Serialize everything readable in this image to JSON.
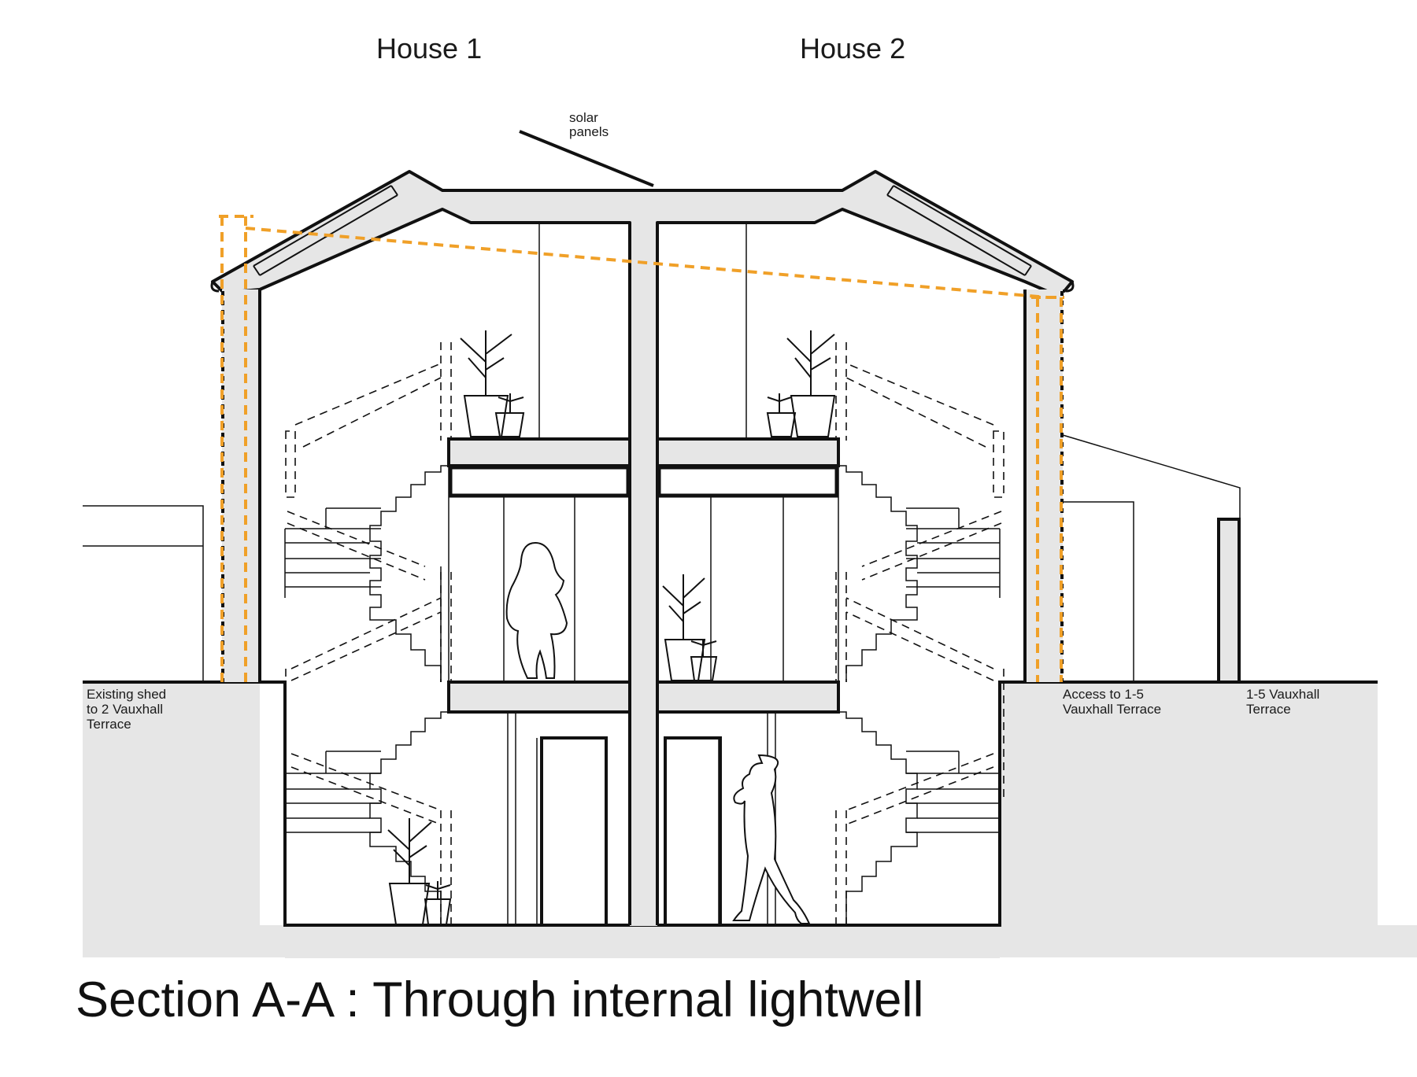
{
  "headings": {
    "house1": "House 1",
    "house2": "House 2"
  },
  "annotations": {
    "solar": [
      "solar",
      "panels"
    ],
    "existing_shed": [
      "Existing shed",
      "to 2 Vauxhall",
      "Terrace"
    ],
    "access": [
      "Access to 1-5",
      "Vauxhall Terrace"
    ],
    "vauxhall": [
      "1-5 Vauxhall",
      "Terrace"
    ]
  },
  "title": "Section A-A : Through internal lightwell",
  "colors": {
    "orange": "#f0a028",
    "ground": "#e6e6e6",
    "line": "#111111"
  }
}
